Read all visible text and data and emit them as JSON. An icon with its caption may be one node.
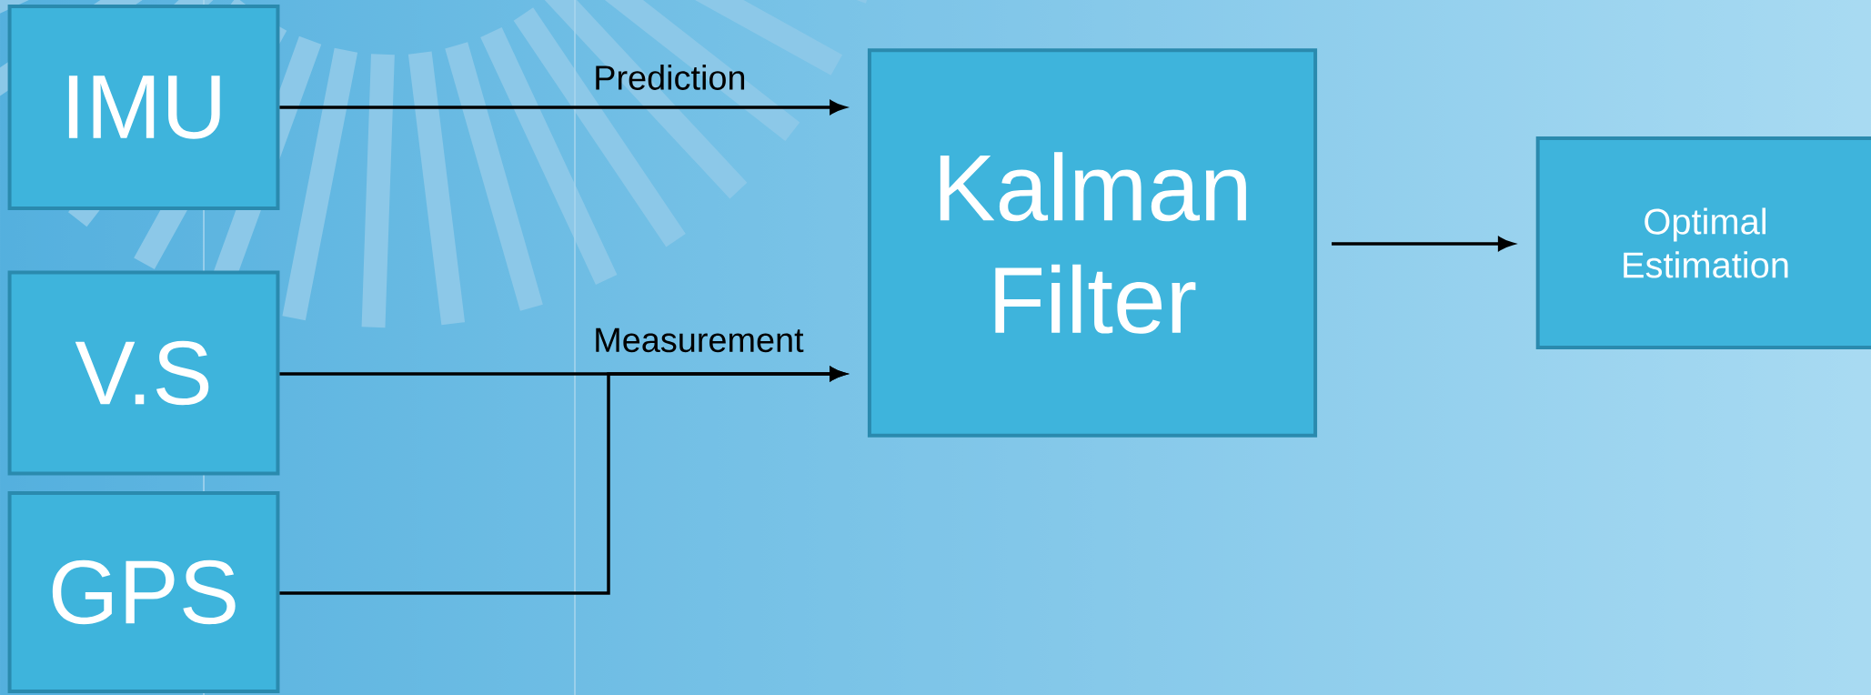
{
  "diagram": {
    "nodes": [
      {
        "text": [
          "IMU"
        ]
      },
      {
        "text": [
          "V.S"
        ]
      },
      {
        "text": [
          "GPS"
        ]
      },
      {
        "text": [
          "Kalman Filter"
        ]
      },
      {
        "text": [
          "Optimal Estimation"
        ]
      }
    ],
    "edges": [
      {
        "from": 0,
        "to": 3,
        "arrow": "to",
        "label": "Prediction"
      },
      {
        "from": 1,
        "to": 3,
        "arrow": "to",
        "label": "Measurement"
      },
      {
        "from": 2,
        "to": 3,
        "arrow": "to"
      },
      {
        "from": 3,
        "to": 4,
        "arrow": "to"
      }
    ]
  }
}
